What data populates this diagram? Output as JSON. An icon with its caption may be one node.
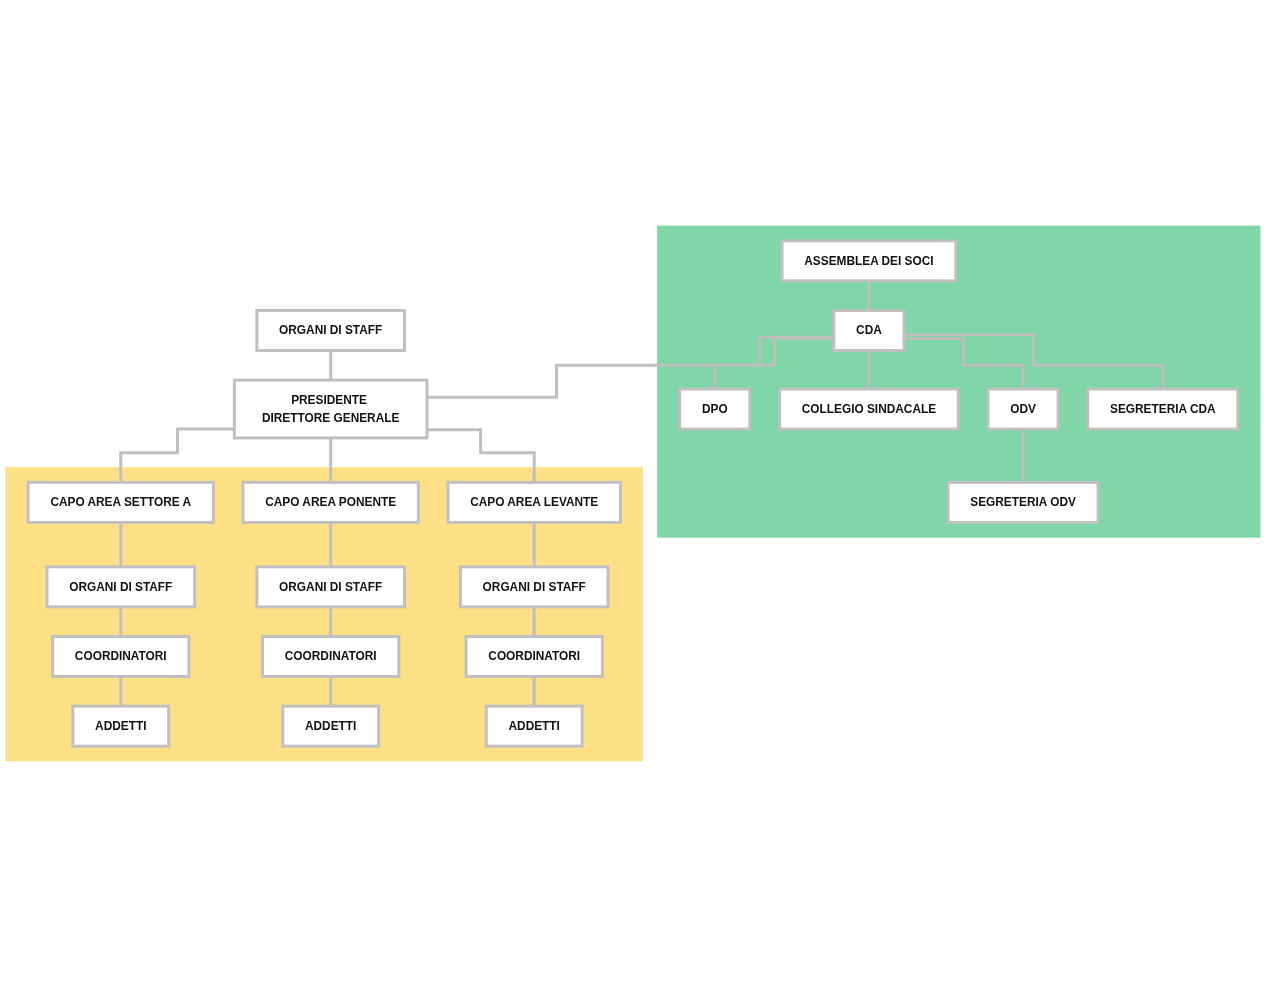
{
  "diagram": {
    "nodes": [
      {
        "text": [],
        "shape": "band"
      },
      {
        "text": [
          "ASSEMBLEA DEI SOCI"
        ],
        "in": 0
      },
      {
        "text": [
          "CDA"
        ],
        "in": 0
      },
      {
        "text": [
          "DPO"
        ],
        "in": 0
      },
      {
        "text": [
          "COLLEGIO SINDACALE"
        ],
        "in": 0
      },
      {
        "text": [
          "ODV"
        ],
        "in": 0
      },
      {
        "text": [
          "SEGRETERIA CDA"
        ],
        "in": 0
      },
      {
        "text": [
          "SEGRETERIA ODV"
        ],
        "in": 0
      },
      {
        "text": [
          "ORGANI DI STAFF"
        ]
      },
      {
        "text": [
          "PRESIDENTE DIRETTORE GENERALE"
        ]
      },
      {
        "text": [],
        "shape": "band"
      },
      {
        "text": [
          "CAPO AREA SETTORE A"
        ],
        "in": 10
      },
      {
        "text": [
          "CAPO AREA PONENTE"
        ],
        "in": 10
      },
      {
        "text": [
          "CAPO AREA LEVANTE"
        ],
        "in": 10
      },
      {
        "text": [
          "ORGANI DI STAFF"
        ],
        "in": 10
      },
      {
        "text": [
          "ORGANI DI STAFF"
        ],
        "in": 10
      },
      {
        "text": [
          "ORGANI DI STAFF"
        ],
        "in": 10
      },
      {
        "text": [
          "COORDINATORI"
        ],
        "in": 10
      },
      {
        "text": [
          "COORDINATORI"
        ],
        "in": 10
      },
      {
        "text": [
          "COORDINATORI"
        ],
        "in": 10
      },
      {
        "text": [
          "ADDETTI"
        ],
        "in": 10
      },
      {
        "text": [
          "ADDETTI"
        ],
        "in": 10
      },
      {
        "text": [
          "ADDETTI"
        ],
        "in": 10
      }
    ],
    "edges": [
      {
        "from": 1,
        "to": 2,
        "arrow": "none"
      },
      {
        "from": 2,
        "to": 3,
        "arrow": "none"
      },
      {
        "from": 2,
        "to": 4,
        "arrow": "none"
      },
      {
        "from": 2,
        "to": 5,
        "arrow": "none"
      },
      {
        "from": 2,
        "to": 6,
        "arrow": "none"
      },
      {
        "from": 5,
        "to": 7,
        "arrow": "none"
      },
      {
        "from": 2,
        "to": 9,
        "arrow": "none"
      },
      {
        "from": 8,
        "to": 9,
        "arrow": "none"
      },
      {
        "from": 9,
        "to": 11,
        "arrow": "none"
      },
      {
        "from": 9,
        "to": 12,
        "arrow": "none"
      },
      {
        "from": 9,
        "to": 13,
        "arrow": "none"
      },
      {
        "from": 11,
        "to": 14,
        "arrow": "none"
      },
      {
        "from": 12,
        "to": 15,
        "arrow": "none"
      },
      {
        "from": 13,
        "to": 16,
        "arrow": "none"
      },
      {
        "from": 14,
        "to": 17,
        "arrow": "none"
      },
      {
        "from": 15,
        "to": 18,
        "arrow": "none"
      },
      {
        "from": 16,
        "to": 19,
        "arrow": "none"
      },
      {
        "from": 17,
        "to": 20,
        "arrow": "none"
      },
      {
        "from": 18,
        "to": 21,
        "arrow": "none"
      },
      {
        "from": 19,
        "to": 22,
        "arrow": "none"
      }
    ]
  }
}
